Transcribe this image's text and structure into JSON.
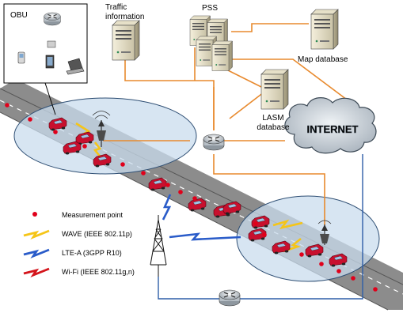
{
  "labels": {
    "obu": "OBU",
    "traffic_info_line1": "Traffic",
    "traffic_info_line2": "information",
    "pss": "PSS",
    "map_database": "Map database",
    "lasm_line1": "LASM",
    "lasm_line2": "database",
    "internet": "INTERNET"
  },
  "legend": {
    "measurement_point": "Measurement point",
    "wave": "WAVE (IEEE 802.11p)",
    "lte": "LTE-A (3GPP R10)",
    "wifi": "Wi-Fi (IEEE 802.11g,n)"
  },
  "colors": {
    "road": "#8c8c8c",
    "road_border": "#555555",
    "zone_fill": "#c9dcee",
    "zone_stroke": "#2f4f74",
    "wired_link": "#e88a2e",
    "backhaul_link": "#2f5fa8",
    "measurement_point": "#e0001a",
    "wave": "#f5c518",
    "lte": "#2a5cc9",
    "wifi": "#d4151c",
    "car": "#c8102e",
    "cloud": "#c7d0d8"
  },
  "icons": {
    "server": "server-icon",
    "router": "router-icon",
    "cloud": "internet-cloud-icon",
    "tower": "lte-tower-icon",
    "rsu": "wave-antenna-icon",
    "car": "vehicle-icon",
    "phone": "phone-icon",
    "laptop": "laptop-icon",
    "tablet": "tablet-icon"
  }
}
